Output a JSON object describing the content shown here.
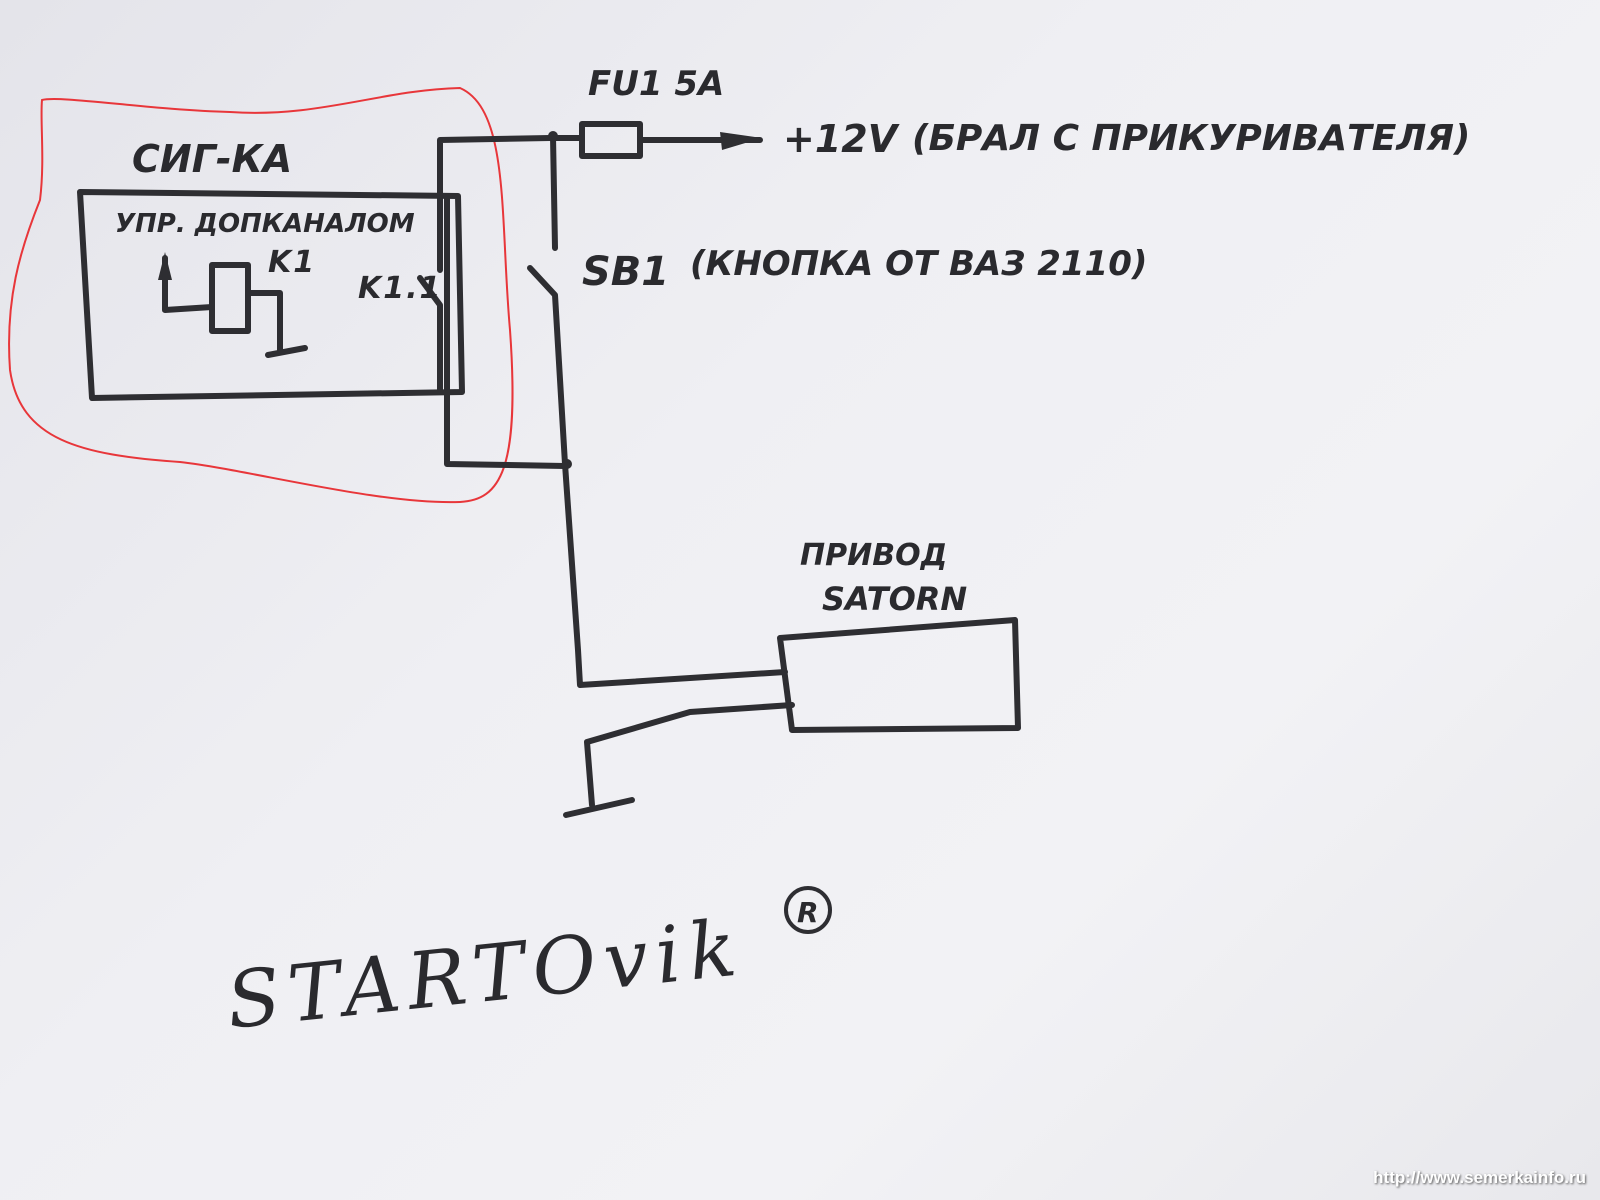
{
  "labels": {
    "alarm": "СИГ-КА",
    "aux_channel": "УПР. ДОПКАНАЛОМ",
    "relay_coil": "K1",
    "relay_contact": "K1.1",
    "fuse": "FU1 5A",
    "power": "+12V",
    "power_note": "(БРАЛ С ПРИКУРИВАТЕЛЯ)",
    "switch": "SB1",
    "switch_note": "(КНОПКА ОТ ВАЗ 2110)",
    "actuator_line1": "ПРИВОД",
    "actuator_line2": "SATORN"
  },
  "signature": {
    "text": "STARTOvik",
    "mark": "R"
  },
  "watermark": "http://www.semerkainfo.ru",
  "colors": {
    "ink": "#2e2e32",
    "highlight": "#e8363a"
  }
}
